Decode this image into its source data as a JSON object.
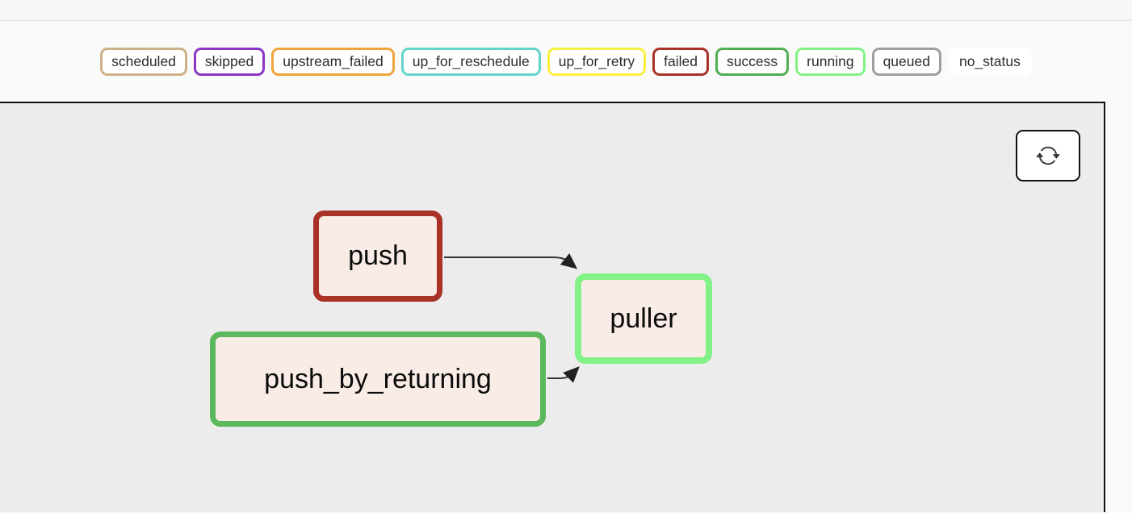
{
  "legend": {
    "items": [
      {
        "label": "scheduled",
        "color": "#cdb086"
      },
      {
        "label": "skipped",
        "color": "#8a35c4"
      },
      {
        "label": "upstream_failed",
        "color": "#f1a33c"
      },
      {
        "label": "up_for_reschedule",
        "color": "#62d5c8"
      },
      {
        "label": "up_for_retry",
        "color": "#f8ef40"
      },
      {
        "label": "failed",
        "color": "#a93226"
      },
      {
        "label": "success",
        "color": "#4fae54"
      },
      {
        "label": "running",
        "color": "#82f286"
      },
      {
        "label": "queued",
        "color": "#9e9e9e"
      },
      {
        "label": "no_status",
        "color": "#ffffff"
      }
    ]
  },
  "graph": {
    "node_fill": "#f9ece6",
    "edge_color": "#333333",
    "nodes": [
      {
        "id": "push",
        "label": "push",
        "status": "failed",
        "border_color": "#a93226"
      },
      {
        "id": "push_by_returning",
        "label": "push_by_returning",
        "status": "success",
        "border_color": "#5cb85c"
      },
      {
        "id": "puller",
        "label": "puller",
        "status": "running",
        "border_color": "#82f286"
      }
    ],
    "edges": [
      {
        "from": "push",
        "to": "puller"
      },
      {
        "from": "push_by_returning",
        "to": "puller"
      }
    ]
  }
}
